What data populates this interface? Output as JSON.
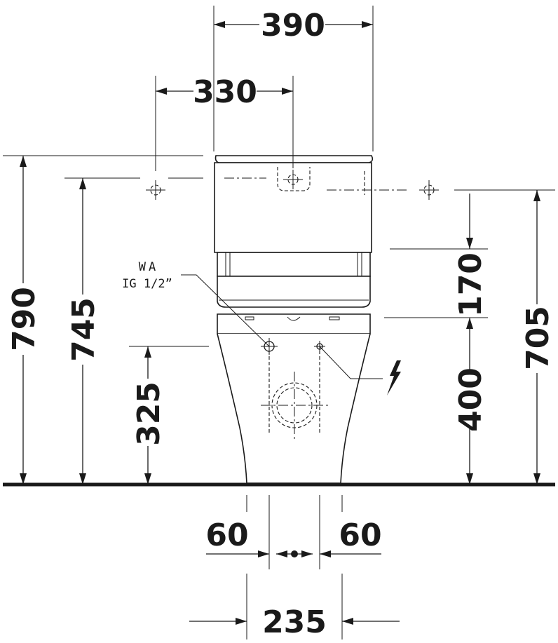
{
  "dimensions": {
    "overall_width": "390",
    "tank_hole_spacing": "330",
    "overall_height": "790",
    "mounting_hole_height": "745",
    "water_inlet_height": "325",
    "tank_band_height": "170",
    "electrical_height": "400",
    "bracket_height": "705",
    "offset_left": "60",
    "offset_right": "60",
    "base_width": "235"
  },
  "annotations": {
    "water_inlet_line1": "WA",
    "water_inlet_line2": "IG 1/2”"
  },
  "icons": {
    "electrical": "lightning-bolt-icon",
    "mounting_hole": "crosshair-icon",
    "drain": "drain-outlet-icon"
  },
  "colors": {
    "ink": "#1a1a1a",
    "background": "#ffffff"
  }
}
